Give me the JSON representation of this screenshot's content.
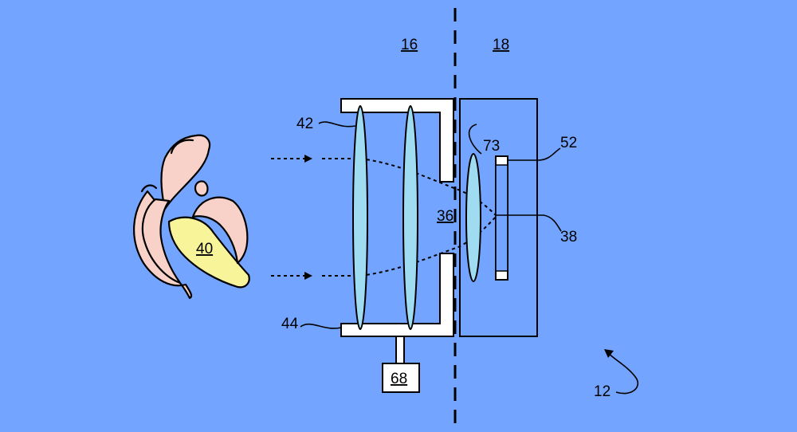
{
  "colors": {
    "background": "#73a4ff",
    "lens": "#9fdcf2",
    "banana_peel": "#f8d2c8",
    "banana_fruit": "#f8f49a",
    "housing": "#ffffff",
    "line": "#000000"
  },
  "labels": {
    "section_16": "16",
    "section_18": "18",
    "lens_42": "42",
    "lens_73": "73",
    "sensor_52": "52",
    "aperture_36": "36",
    "focal_38": "38",
    "object_40": "40",
    "housing_44": "44",
    "actuator_68": "68",
    "device_12": "12"
  }
}
